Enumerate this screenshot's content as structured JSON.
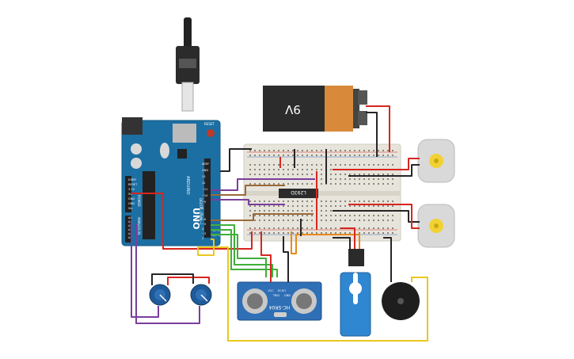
{
  "battery": {
    "label": "9V"
  },
  "arduino": {
    "brand": "ARDUINO",
    "model": "UNO",
    "reset_label": "RESET",
    "power_header_label": "POWER",
    "analog_header_label": "ANALOG IN",
    "digital_header_label": "DIGITAL (PWM~)",
    "top_pin_labels": [
      "AREF",
      "GND",
      "13",
      "12",
      "~11",
      "~10",
      "~9",
      "8"
    ],
    "bottom_pin_labels": [
      "7",
      "~6",
      "~5",
      "4",
      "~3",
      "2",
      "TX→1",
      "RX←0"
    ],
    "power_pin_labels": [
      "IOREF",
      "RESET",
      "3.3V",
      "5V",
      "GND",
      "GND",
      "Vin"
    ],
    "analog_pin_labels": [
      "A0",
      "A1",
      "A2",
      "A3",
      "A4",
      "A5"
    ]
  },
  "ic": {
    "label": "L293D"
  },
  "ultrasonic": {
    "label": "HC-SR04",
    "pins": [
      "VCC",
      "TRIG",
      "ECHO",
      "GND"
    ]
  },
  "colors": {
    "board": "#1b6fa3",
    "breadboard": "#e7e4dc",
    "wire_red": "#d7261e",
    "wire_black": "#262626",
    "wire_purple": "#7a3e9d",
    "wire_brown": "#9b6a3a",
    "wire_green": "#3fae3a",
    "wire_yellow": "#e8c81e",
    "wire_orange": "#e8891e",
    "motor_shaft": "#f2d233"
  }
}
